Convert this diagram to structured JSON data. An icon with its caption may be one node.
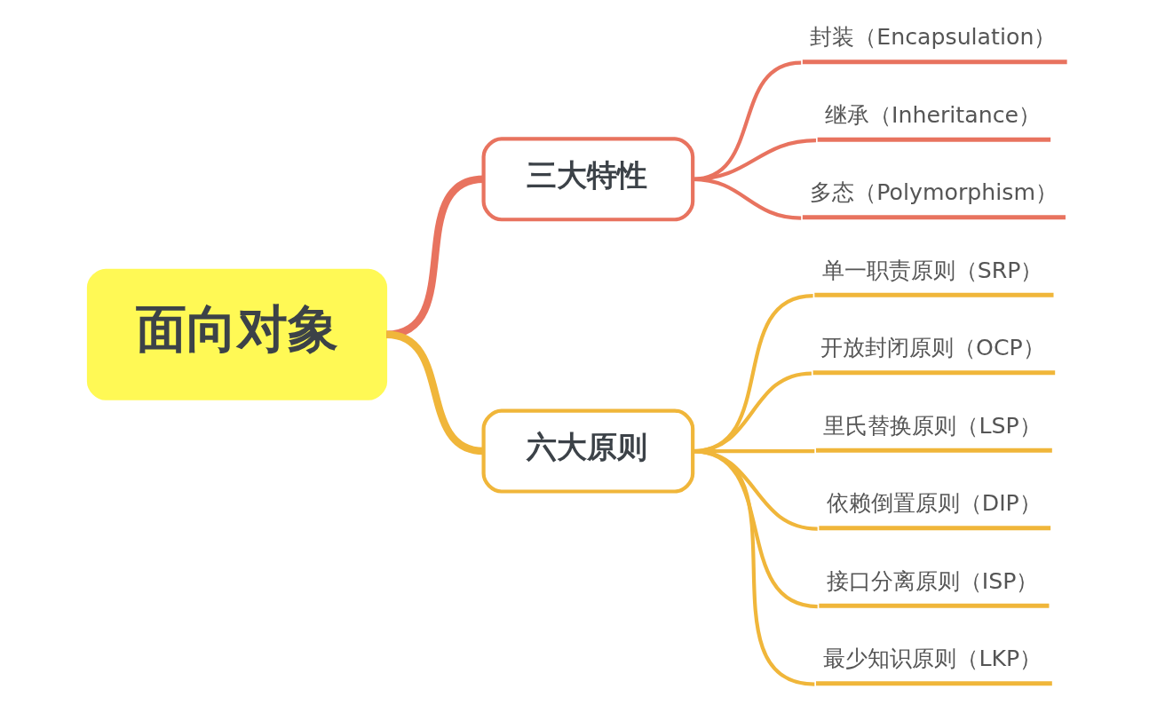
{
  "diagram": {
    "nodes": [
      {
        "text": [
          "面向对象"
        ]
      },
      {
        "text": [
          "三大特性"
        ]
      },
      {
        "text": [
          "六大原则"
        ]
      },
      {
        "text": [
          "封装（Encapsulation）"
        ]
      },
      {
        "text": [
          "继承（Inheritance）"
        ]
      },
      {
        "text": [
          "多态（Polymorphism）"
        ]
      },
      {
        "text": [
          "单一职责原则（SRP）"
        ]
      },
      {
        "text": [
          "开放封闭原则（OCP）"
        ]
      },
      {
        "text": [
          "里氏替换原则（LSP）"
        ]
      },
      {
        "text": [
          "依赖倒置原则（DIP）"
        ]
      },
      {
        "text": [
          "接口分离原则（ISP）"
        ]
      },
      {
        "text": [
          "最少知识原则（LKP）"
        ]
      }
    ],
    "edges": [
      {
        "from": 0,
        "to": 1,
        "arrow": "none",
        "style": "thick",
        "color": "#e8735f"
      },
      {
        "from": 0,
        "to": 2,
        "arrow": "none",
        "style": "thick"
      },
      {
        "from": 1,
        "to": 3,
        "arrow": "none",
        "color": "#e8735f"
      },
      {
        "from": 1,
        "to": 4,
        "arrow": "none",
        "color": "#e8735f"
      },
      {
        "from": 1,
        "to": 5,
        "arrow": "none",
        "color": "#e8735f"
      },
      {
        "from": 2,
        "to": 6,
        "arrow": "none"
      },
      {
        "from": 2,
        "to": 7,
        "arrow": "none"
      },
      {
        "from": 2,
        "to": 8,
        "arrow": "none"
      },
      {
        "from": 2,
        "to": 9,
        "arrow": "none"
      },
      {
        "from": 2,
        "to": 10,
        "arrow": "none"
      },
      {
        "from": 2,
        "to": 11,
        "arrow": "none"
      }
    ]
  }
}
